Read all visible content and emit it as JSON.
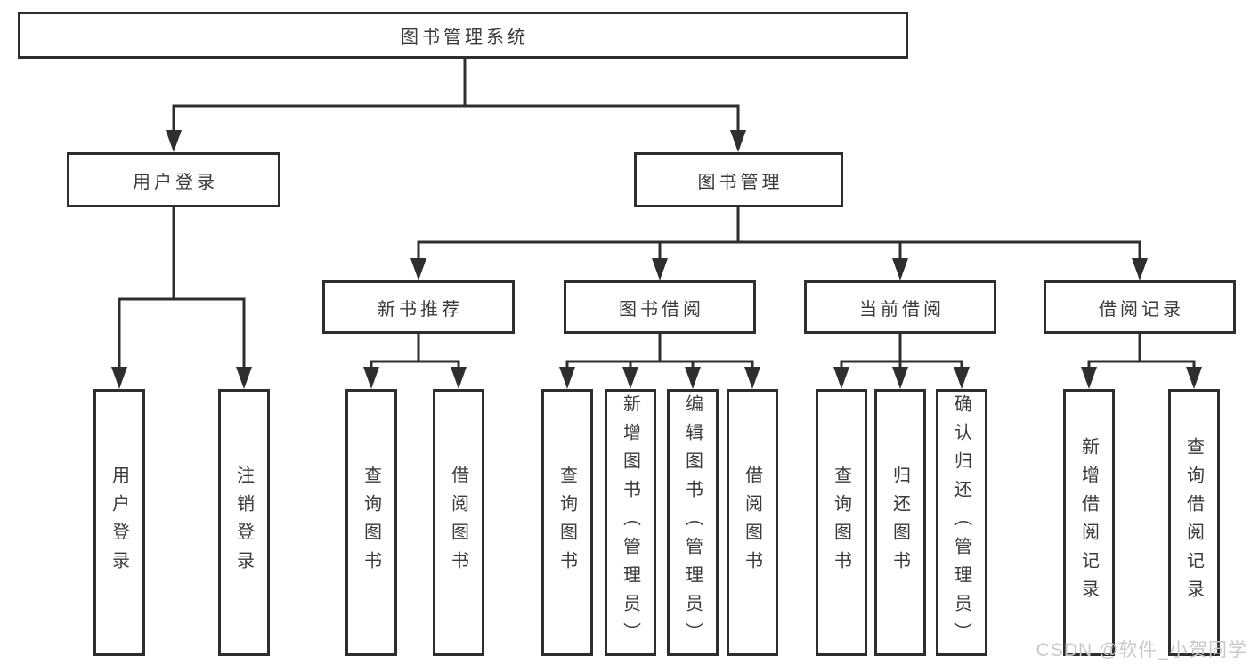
{
  "colors": {
    "line": "#2e2e2e",
    "text": "#3a3a3a",
    "box_fill": "#ffffff",
    "background": "#ffffff",
    "watermark_text_color": "#c9c9c9"
  },
  "watermark": "CSDN @软件_小贺同学",
  "diagram": {
    "root": {
      "label": "图书管理系统"
    },
    "branches": [
      {
        "label": "用户登录",
        "children": [
          {
            "label": "用户登录"
          },
          {
            "label": "注销登录"
          }
        ]
      },
      {
        "label": "图书管理",
        "children": [
          {
            "label": "新书推荐",
            "children": [
              {
                "label": "查询图书"
              },
              {
                "label": "借阅图书"
              }
            ]
          },
          {
            "label": "图书借阅",
            "children": [
              {
                "label": "查询图书"
              },
              {
                "label": "新增图书（管理员）"
              },
              {
                "label": "编辑图书（管理员）"
              },
              {
                "label": "借阅图书"
              }
            ]
          },
          {
            "label": "当前借阅",
            "children": [
              {
                "label": "查询图书"
              },
              {
                "label": "归还图书"
              },
              {
                "label": "确认归还（管理员）"
              }
            ]
          },
          {
            "label": "借阅记录",
            "children": [
              {
                "label": "新增借阅记录"
              },
              {
                "label": "查询借阅记录"
              }
            ]
          }
        ]
      }
    ]
  }
}
